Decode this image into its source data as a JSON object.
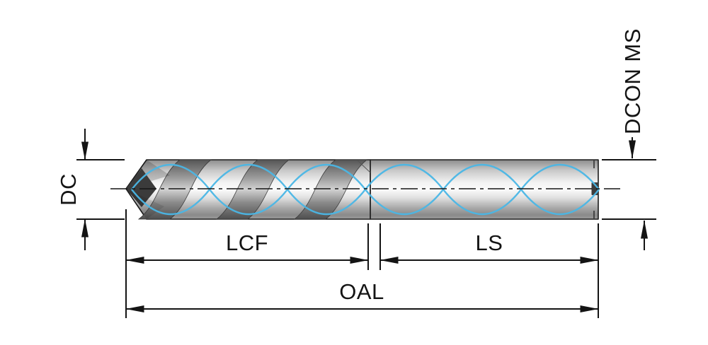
{
  "labels": {
    "diameter": "DC",
    "flute_length": "LCF",
    "shank_length": "LS",
    "overall_length": "OAL",
    "shank_diameter": "DCON MS"
  },
  "colors": {
    "coolant_line": "#4AB7E6",
    "line": "#141414",
    "metal_light": "#F5F5F5",
    "metal_dark": "#8C8C8C",
    "background": "#FFFFFF"
  }
}
